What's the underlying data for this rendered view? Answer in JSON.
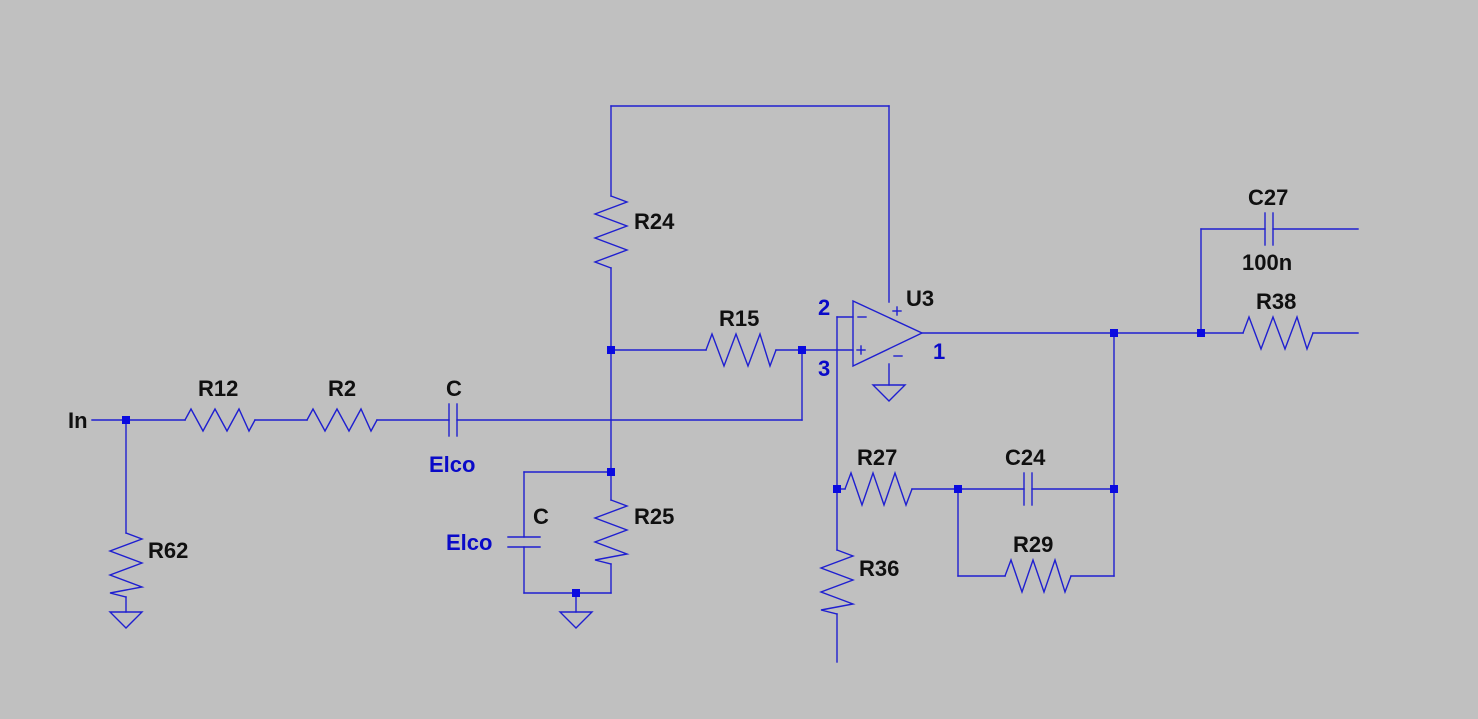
{
  "colors": {
    "background": "#c0c0c0",
    "wire": "#1f1fd0",
    "junction": "#0a0ae0",
    "label": "#101010",
    "value_label": "#0a0ac8"
  },
  "labels": {
    "in": "In",
    "r12": "R12",
    "r2": "R2",
    "c_input": "C",
    "elco_input": "Elco",
    "r62": "R62",
    "r24": "R24",
    "r15": "R15",
    "r25": "R25",
    "c_shunt": "C",
    "elco_shunt": "Elco",
    "u3": "U3",
    "pin_2": "2",
    "pin_3": "3",
    "pin_1": "1",
    "r27": "R27",
    "c24": "C24",
    "r29": "R29",
    "r36": "R36",
    "c27": "C27",
    "c27_value": "100n",
    "r38": "R38"
  }
}
